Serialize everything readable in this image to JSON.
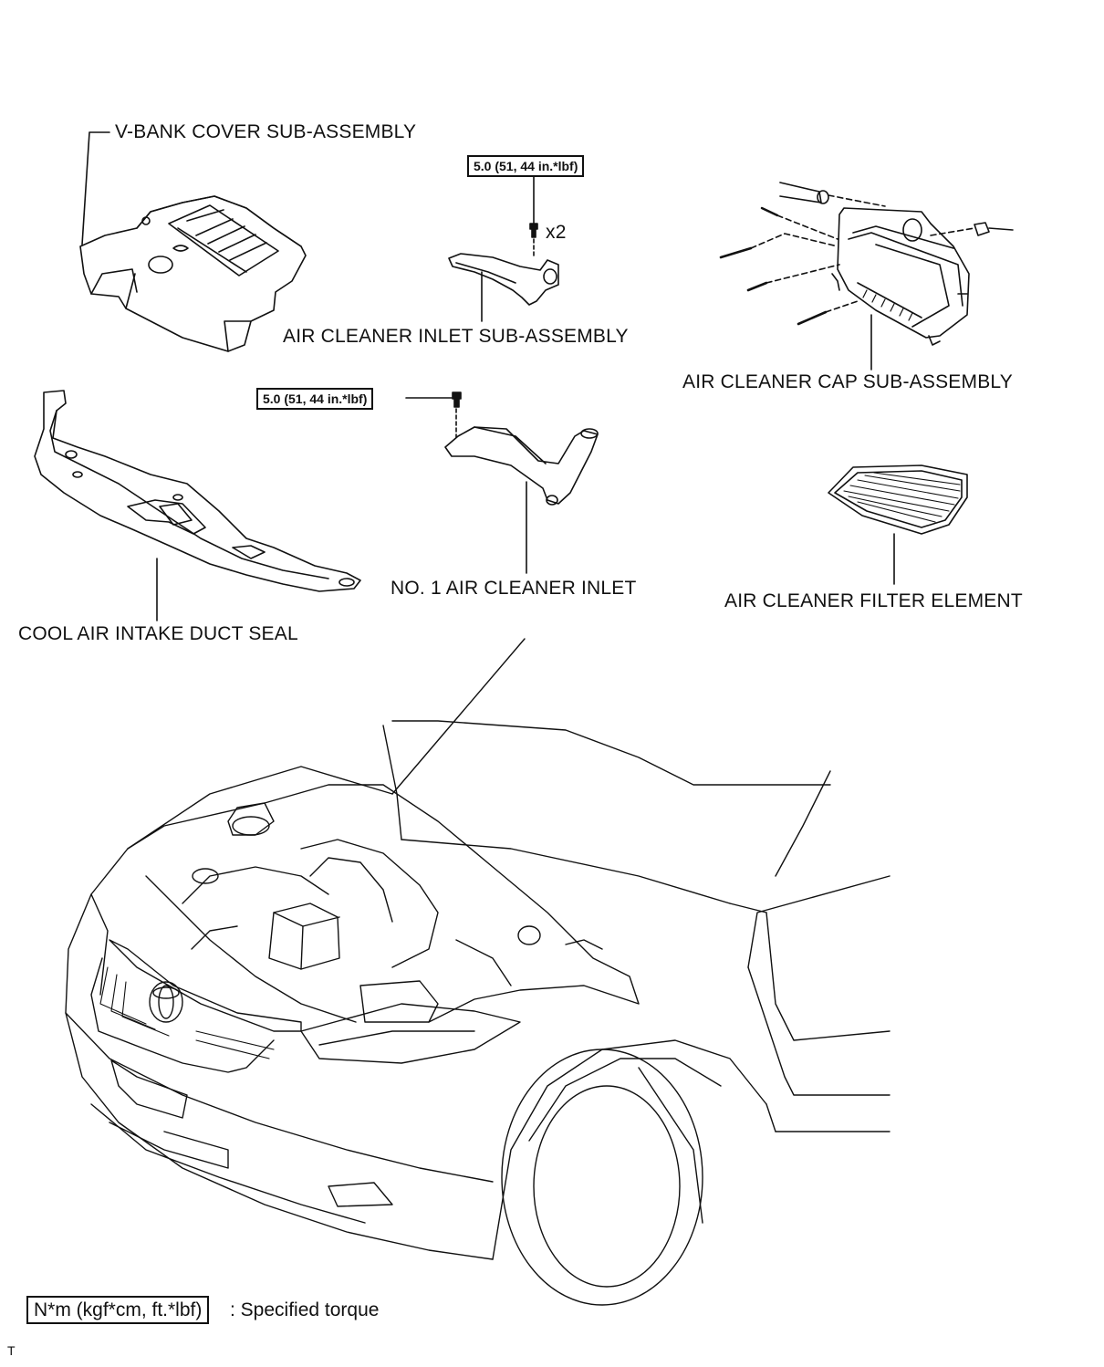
{
  "labels": {
    "v_bank_cover": "V-BANK COVER SUB-ASSEMBLY",
    "air_cleaner_inlet_sub": "AIR CLEANER INLET SUB-ASSEMBLY",
    "air_cleaner_cap": "AIR CLEANER CAP SUB-ASSEMBLY",
    "cool_air_intake": "COOL AIR INTAKE DUCT SEAL",
    "no1_air_cleaner_inlet": "NO. 1 AIR CLEANER INLET",
    "air_cleaner_filter": "AIR CLEANER FILTER ELEMENT"
  },
  "torque": {
    "inlet_sub_bolt": "5.0 (51, 44 in.*lbf)",
    "no1_inlet_bolt": "5.0 (51, 44 in.*lbf)",
    "bolt_qty": "x2"
  },
  "legend": {
    "unit_box": "N*m (kgf*cm, ft.*lbf)",
    "description": ": Specified torque"
  },
  "footer": {
    "mark": "T"
  },
  "icons": [
    "bolt-icon",
    "toyota-emblem-icon"
  ]
}
